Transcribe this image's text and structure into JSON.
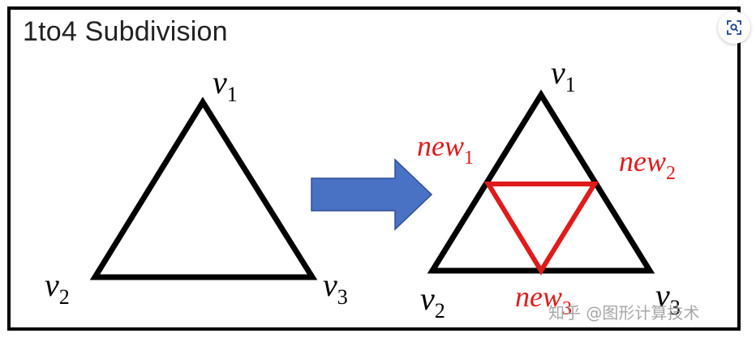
{
  "title": "1to4 Subdivision",
  "colors": {
    "outline": "#000000",
    "subdivision": "#e01b1b",
    "arrow_fill": "#4a72c4",
    "arrow_stroke": "#2e4f93"
  },
  "left_triangle": {
    "v1": {
      "letter": "v",
      "sub": "1"
    },
    "v2": {
      "letter": "v",
      "sub": "2"
    },
    "v3": {
      "letter": "v",
      "sub": "3"
    }
  },
  "right_triangle": {
    "v1": {
      "letter": "v",
      "sub": "1"
    },
    "v2": {
      "letter": "v",
      "sub": "2"
    },
    "v3": {
      "letter": "v",
      "sub": "3"
    },
    "new1": {
      "letter": "new",
      "sub": "1"
    },
    "new2": {
      "letter": "new",
      "sub": "2"
    },
    "new3": {
      "letter": "new",
      "sub": "3"
    }
  },
  "arrow_icon": "right-arrow-icon",
  "zoom_icon": "image-search-icon",
  "watermark": "知乎 @图形计算技术"
}
